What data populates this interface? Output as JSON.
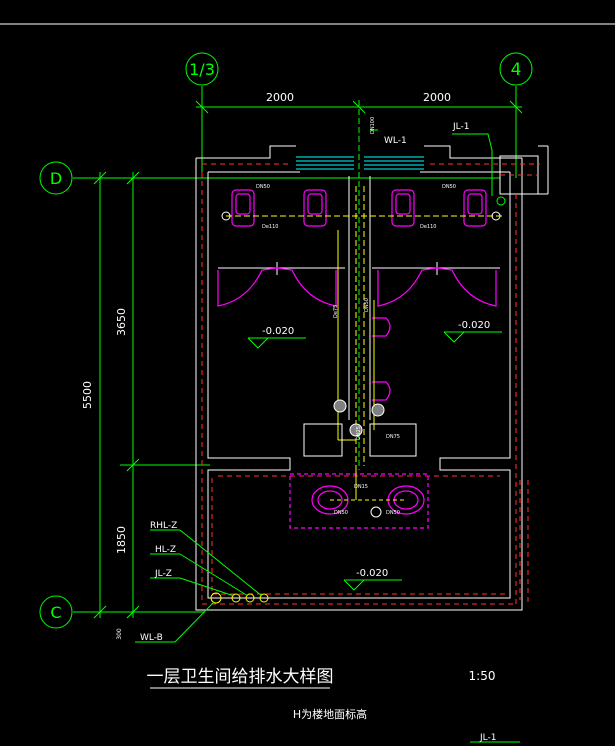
{
  "grid": {
    "axis_1_3": "1/3",
    "axis_4": "4",
    "axis_d": "D",
    "axis_c": "C"
  },
  "dims": {
    "top_left": "2000",
    "top_right": "2000",
    "left_total": "5500",
    "left_upper": "3650",
    "left_lower": "1850",
    "bottom_small": "300"
  },
  "pipes": {
    "wl1": "WL-1",
    "jl1_top": "JL-1",
    "rhl_z": "RHL-Z",
    "hl_z": "HL-Z",
    "jl_z": "JL-Z",
    "wl_b": "WL-B",
    "jl1_bottom": "JL-1"
  },
  "levels": {
    "left": "-0.020",
    "right": "-0.020",
    "bottom": "-0.020"
  },
  "title": {
    "main": "一层卫生间给排水大样图",
    "scale": "1:50",
    "note": "H为楼地面标高"
  },
  "small_tags": [
    "DN50",
    "DN50",
    "De110",
    "De110",
    "DN50",
    "De75",
    "DN75",
    "DN25",
    "DN15",
    "DN50",
    "DN50",
    "DN100"
  ],
  "colors": {
    "background": "#000000",
    "grid_axis": "#00ff00",
    "wall": "#ffffff",
    "wall_hatch": "#ff3030",
    "water_supply": "#ffff00",
    "fixtures": "#ff00ff",
    "cyan_text": "#00ffff",
    "pipe_gray": "#c0c0c0"
  }
}
